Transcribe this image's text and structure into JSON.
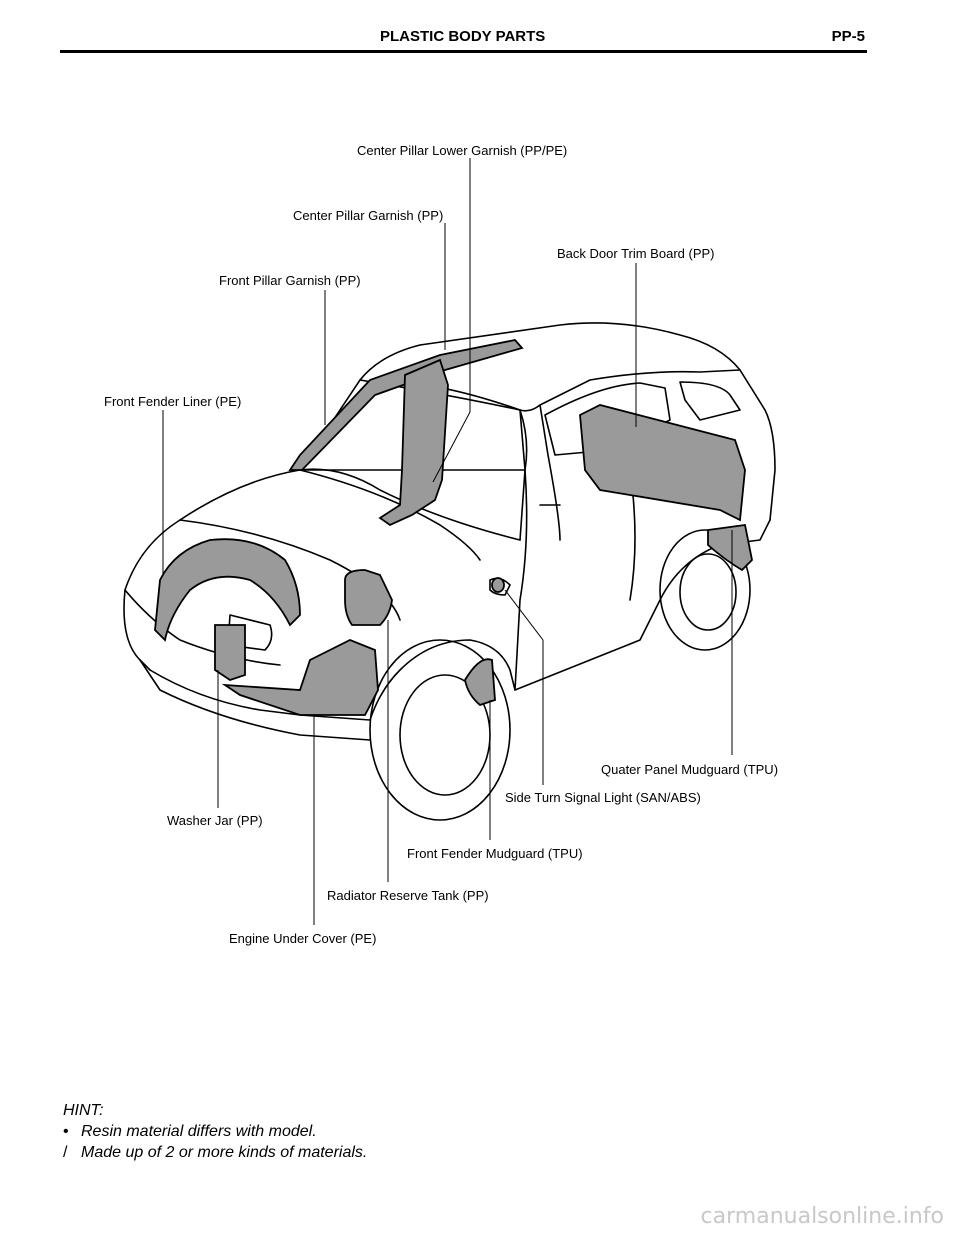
{
  "header": {
    "title": "PLASTIC BODY PARTS",
    "page": "PP-5"
  },
  "callouts": {
    "center_pillar_lower": "Center Pillar Lower Garnish (PP/PE)",
    "center_pillar": "Center Pillar Garnish (PP)",
    "back_door_trim": "Back Door Trim Board (PP)",
    "front_pillar": "Front Pillar Garnish (PP)",
    "front_fender_liner": "Front Fender Liner (PE)",
    "quater_panel_mudguard": "Quater Panel Mudguard (TPU)",
    "side_turn_signal": "Side Turn Signal Light (SAN/ABS)",
    "washer_jar": "Washer Jar (PP)",
    "front_fender_mudguard": "Front Fender Mudguard (TPU)",
    "radiator_reserve_tank": "Radiator Reserve Tank (PP)",
    "engine_under_cover": "Engine Under Cover (PE)"
  },
  "hint": {
    "title": "HINT:",
    "items": [
      {
        "symbol": "•",
        "text": "Resin material differs with model."
      },
      {
        "symbol": "/",
        "text": "Made up of 2 or more kinds of materials."
      }
    ]
  },
  "watermark": "carmanualsonline.info"
}
